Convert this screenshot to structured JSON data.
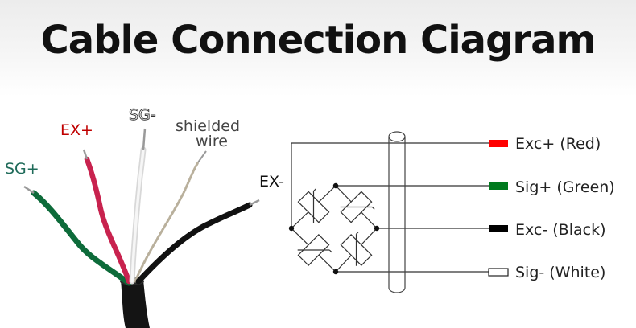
{
  "title": "Cable Connection Ciagram",
  "wire_labels": {
    "sg_plus": "SG+",
    "ex_plus": "EX+",
    "sg_minus": "SG-",
    "shielded_line1": "shielded",
    "shielded_line2": "wire",
    "ex_minus": "EX-"
  },
  "legend": [
    {
      "label": "Exc+ (Red)",
      "color": "#ff0000"
    },
    {
      "label": "Sig+ (Green)",
      "color": "#007a1e"
    },
    {
      "label": "Exc- (Black)",
      "color": "#000000"
    },
    {
      "label": "Sig- (White)",
      "color": "#ffffff"
    }
  ],
  "colors": {
    "sg_plus_label": "#1f6b5a",
    "ex_plus_label": "#c00000",
    "wire_green": "#0d6b3a",
    "wire_red": "#c8224e",
    "wire_white": "#e6e6e6",
    "wire_shield": "#b9b09c",
    "wire_black": "#111111"
  }
}
